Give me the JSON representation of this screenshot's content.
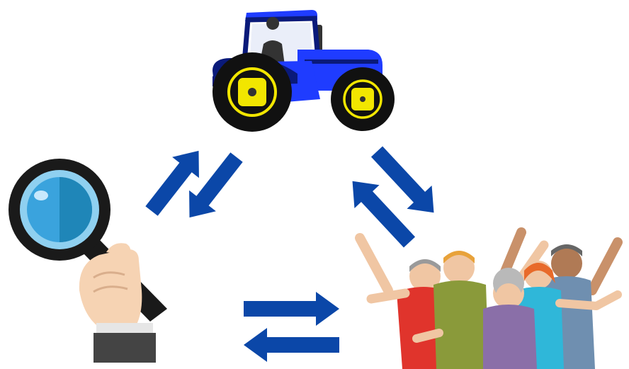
{
  "diagram": {
    "nodes": [
      {
        "id": "tractor",
        "icon": "tractor-icon"
      },
      {
        "id": "research",
        "icon": "magnifying-glass-icon"
      },
      {
        "id": "community",
        "icon": "cheering-people-icon"
      }
    ],
    "edges": [
      {
        "between": [
          "research",
          "tractor"
        ],
        "kind": "bidirectional"
      },
      {
        "between": [
          "tractor",
          "community"
        ],
        "kind": "bidirectional"
      },
      {
        "between": [
          "research",
          "community"
        ],
        "kind": "bidirectional"
      }
    ]
  },
  "colors": {
    "arrow": "#0b47a8",
    "tractor_body": "#1f3cff",
    "tractor_dark": "#0a1a7a",
    "tire": "#111111",
    "rim": "#f2e600",
    "lens": "#3aa3dd",
    "lens_rim": "#1a1a1a",
    "skin": "#f6d3b3",
    "sleeve": "#4a4a4a"
  }
}
